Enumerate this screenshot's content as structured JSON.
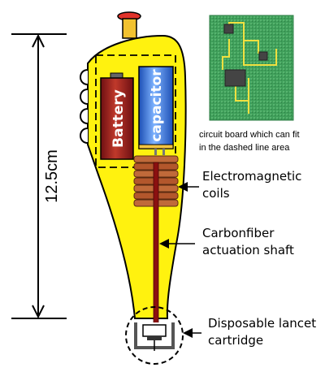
{
  "dimension": {
    "label": "12.5cm"
  },
  "components": {
    "battery": "Battery",
    "capacitor": "capacitor"
  },
  "circuit_caption": {
    "line1": "circuit board which can fit",
    "line2": "in the dashed line area"
  },
  "callouts": {
    "coils": {
      "line1": "Electromagnetic",
      "line2": "coils"
    },
    "shaft": {
      "line1": "Carbonfiber",
      "line2": "actuation shaft"
    },
    "lancet": {
      "line1": "Disposable lancet",
      "line2": "cartridge"
    }
  },
  "colors": {
    "body": "#fff20f",
    "battery": "#8b1a1a",
    "capacitor": "#2e6fd6",
    "coil": "#b3572c",
    "shaft": "#8b1010",
    "button": "#e0322a",
    "board": "#3f9f5a"
  }
}
